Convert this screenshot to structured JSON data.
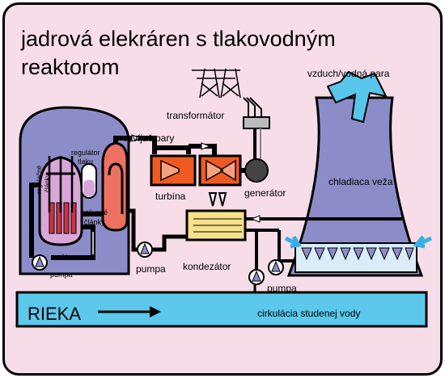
{
  "title": {
    "line1": "jadrová elekráren s tlakovodným",
    "line2": "reaktorom"
  },
  "labels": {
    "vapor": "vzduch/vodná para",
    "transformer": "transformátor",
    "steam_generator": "vyvíjač pary",
    "pressure_regulator_1": "regulátor",
    "pressure_regulator_2": "tlaku",
    "control_rods_1": "regulačné",
    "control_rods_2": "články",
    "fuel_rods_1": "palivové",
    "fuel_rods_2": "články",
    "reactor": "reaktor",
    "pump_reactor": "pumpa",
    "turbine": "turbína",
    "generator": "generátor",
    "cooling_tower": "chladiaca veža",
    "pump_secondary": "pumpa",
    "condenser": "kondezátor",
    "pump_cooling": "pumpa",
    "river": "RIEKA",
    "cold_water_circulation": "cirkulácia studenej vody"
  },
  "colors": {
    "background": "#f7dde8",
    "containment": "#8c8cc8",
    "tower": "#8c8cc8",
    "river": "#5bc8ec",
    "steam_cloud": "#59c6ec",
    "turbine": "#ee5a20",
    "condenser": "#f6e08a",
    "reactor_core": "#cc3344",
    "vessel": "#d8a6d8"
  }
}
